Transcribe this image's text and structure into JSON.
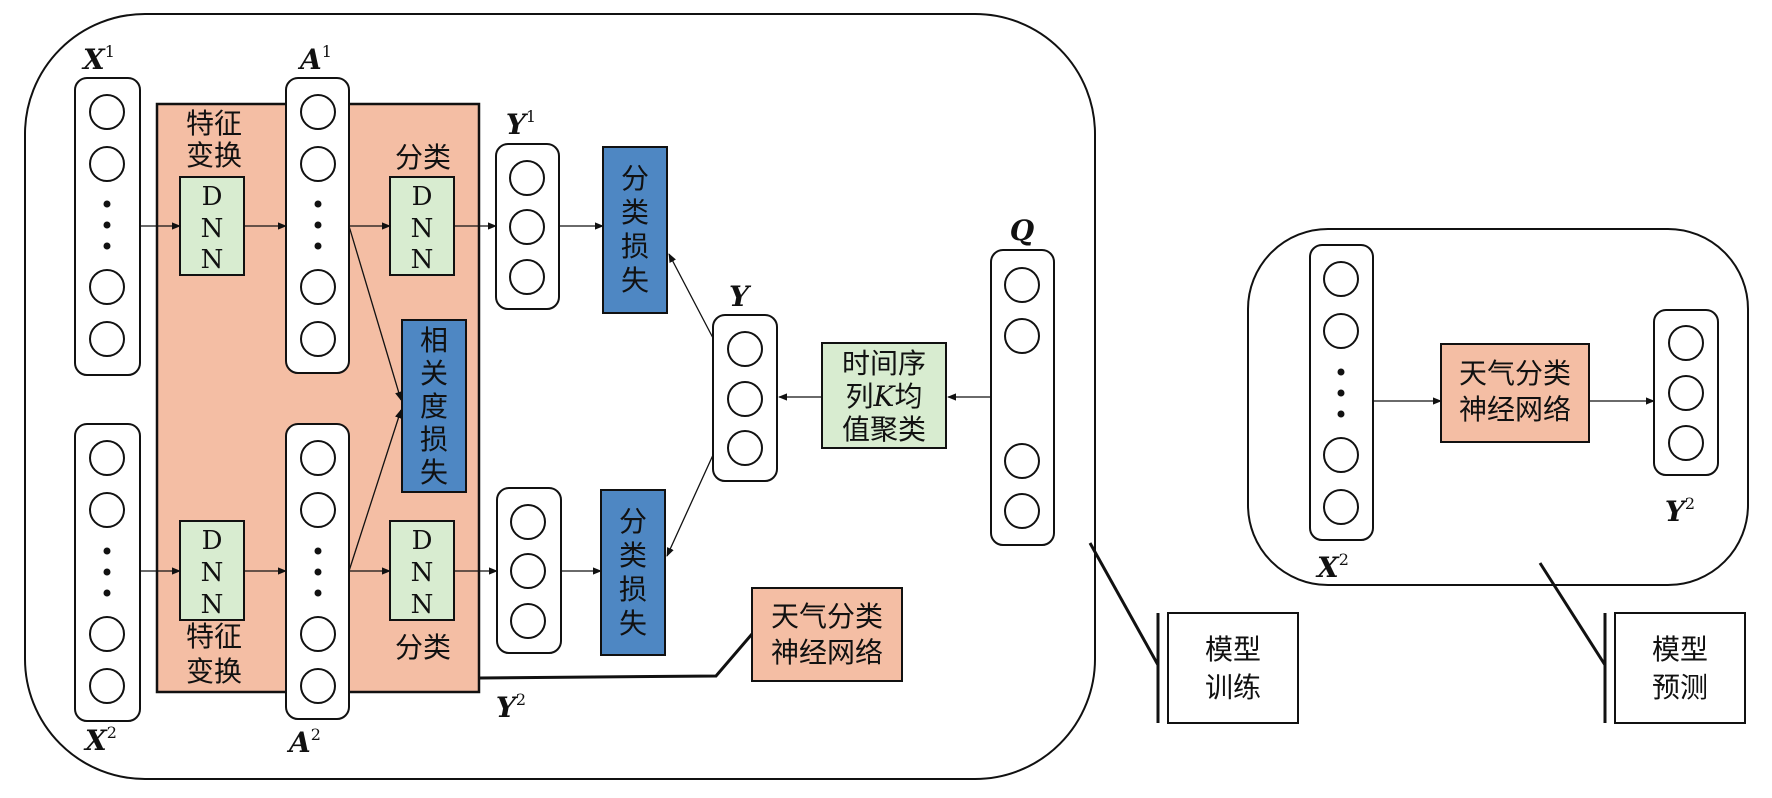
{
  "labels": {
    "x1": "X",
    "x1_sup": "1",
    "x2": "X",
    "x2_sup": "2",
    "a1": "A",
    "a1_sup": "1",
    "a2": "A",
    "a2_sup": "2",
    "y1": "Y",
    "y1_sup": "1",
    "y2": "Y",
    "y2_sup": "2",
    "y": "Y",
    "q": "Q",
    "pred_x2": "X",
    "pred_x2_sup": "2",
    "pred_y2": "Y",
    "pred_y2_sup": "2"
  },
  "blocks": {
    "feat_top_1": "特征",
    "feat_top_2": "变换",
    "feat_bot_1": "特征",
    "feat_bot_2": "变换",
    "cls_top": "分类",
    "cls_bot": "分类",
    "dnn_d": "D",
    "dnn_n": "N",
    "corr_loss": [
      "相",
      "关",
      "度",
      "损",
      "失"
    ],
    "cls_loss": [
      "分",
      "类",
      "损",
      "失"
    ],
    "kmeans_1": "时间序",
    "kmeans_2a": "列",
    "kmeans_2k": "K",
    "kmeans_2b": "均",
    "kmeans_3": "值聚类",
    "net_1": "天气分类",
    "net_2": "神经网络"
  },
  "legend": {
    "train_1": "模型",
    "train_2": "训练",
    "pred_1": "模型",
    "pred_2": "预测"
  },
  "colors": {
    "salmon": "#f4bea4",
    "green": "#d8ecd0",
    "blue": "#4e87c3",
    "line": "#111111"
  }
}
